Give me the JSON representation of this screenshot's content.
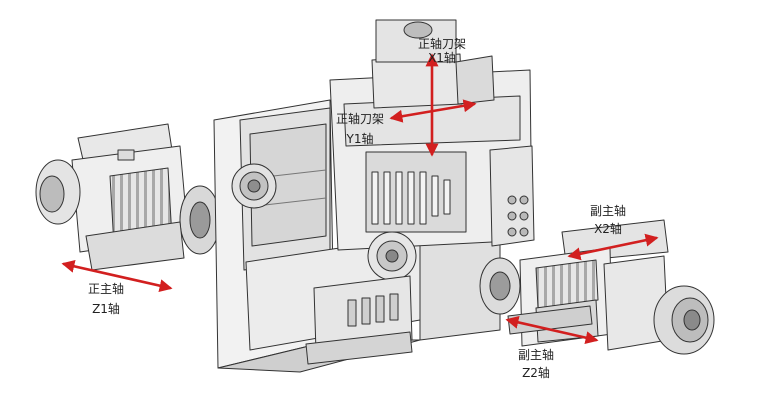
{
  "labels": {
    "x1_line1": "正轴刀架",
    "x1_line2": "X1轴",
    "y1_line1": "正轴刀架",
    "y1_line2": "Y1轴",
    "z1_line1": "正主轴",
    "z1_line2": "Z1轴",
    "x2_line1": "副主轴",
    "x2_line2": "X2轴",
    "z2_line1": "副主轴",
    "z2_line2": "Z2轴"
  },
  "colors": {
    "arrow": "#d21f1f",
    "machine_fill": "#efefef",
    "machine_shade": "#cfcfcf",
    "machine_dark": "#8a8a8a",
    "outline": "#333333"
  }
}
